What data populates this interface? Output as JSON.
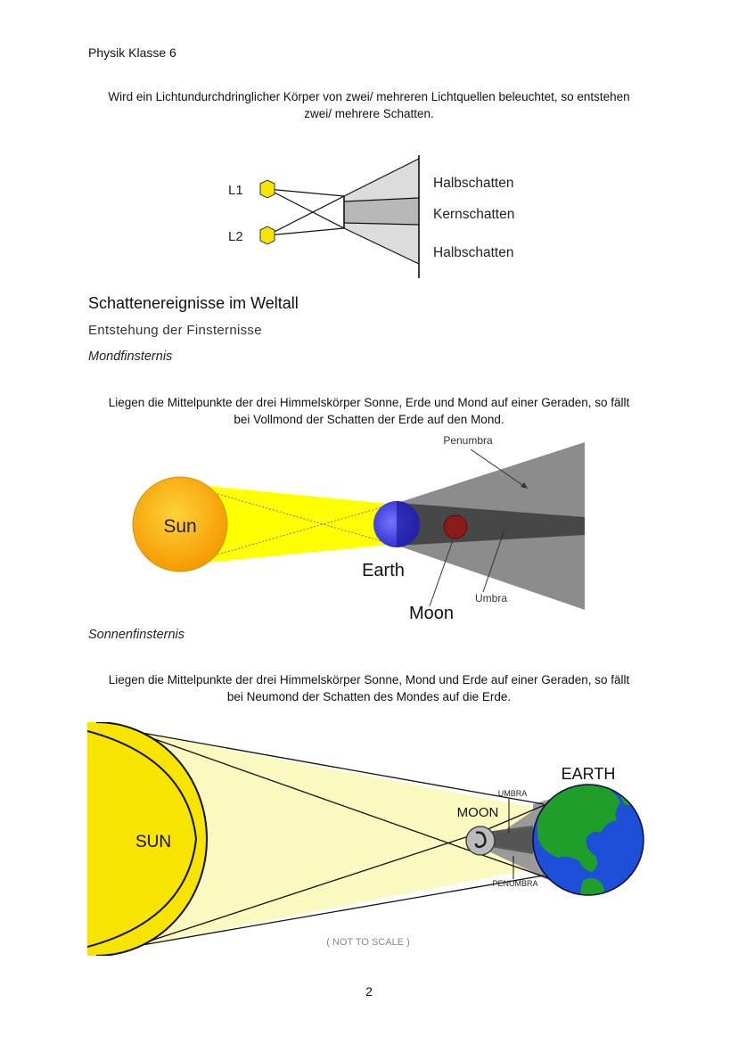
{
  "header": {
    "text": "Physik Klasse 6"
  },
  "intro": {
    "line1": "Wird ein Lichtundurchdringlicher Körper von zwei/ mehreren Lichtquellen beleuchtet, so entstehen",
    "line2": "zwei/ mehrere Schatten."
  },
  "diagram1": {
    "l1": "L1",
    "l2": "L2",
    "halbschatten_top": "Halbschatten",
    "kernschatten": "Kernschatten",
    "halbschatten_bottom": "Halbschatten",
    "colors": {
      "light": "#f5e600",
      "half_shadow": "#d9d9d9",
      "core_shadow": "#b8b8b8"
    }
  },
  "section": {
    "heading": "Schattenereignisse im Weltall",
    "subheading": "Entstehung der Finsternisse"
  },
  "mondfinsternis": {
    "title": "Mondfinsternis",
    "text_line1": "Liegen die Mittelpunkte der drei Himmelskörper Sonne, Erde und Mond auf einer Geraden, so fällt",
    "text_line2": "bei Vollmond der Schatten der Erde auf den Mond.",
    "diagram": {
      "penumbra": "Penumbra",
      "sun": "Sun",
      "earth": "Earth",
      "moon": "Moon",
      "umbra": "Umbra",
      "colors": {
        "sun": "#f5a300",
        "light": "#ffff00",
        "earth": "#3a3ae0",
        "moon": "#8b1a1a",
        "penumbra": "#8c8c8c",
        "umbra": "#444444"
      }
    }
  },
  "sonnenfinsternis": {
    "title": "Sonnenfinsternis",
    "text_line1": "Liegen die Mittelpunkte der drei Himmelskörper Sonne, Mond und Erde auf einer Geraden, so fällt",
    "text_line2": "bei Neumond der Schatten des Mondes auf die Erde.",
    "diagram": {
      "sun": "SUN",
      "earth": "EARTH",
      "moon": "MOON",
      "umbra": "UMBRA",
      "penumbra": "PENUMBRA",
      "note": "( NOT TO SCALE )",
      "colors": {
        "sun": "#f7e400",
        "light": "#fafac0",
        "earth_ocean": "#1d4fd8",
        "earth_land": "#1f9e2a"
      }
    }
  },
  "page_number": "2"
}
